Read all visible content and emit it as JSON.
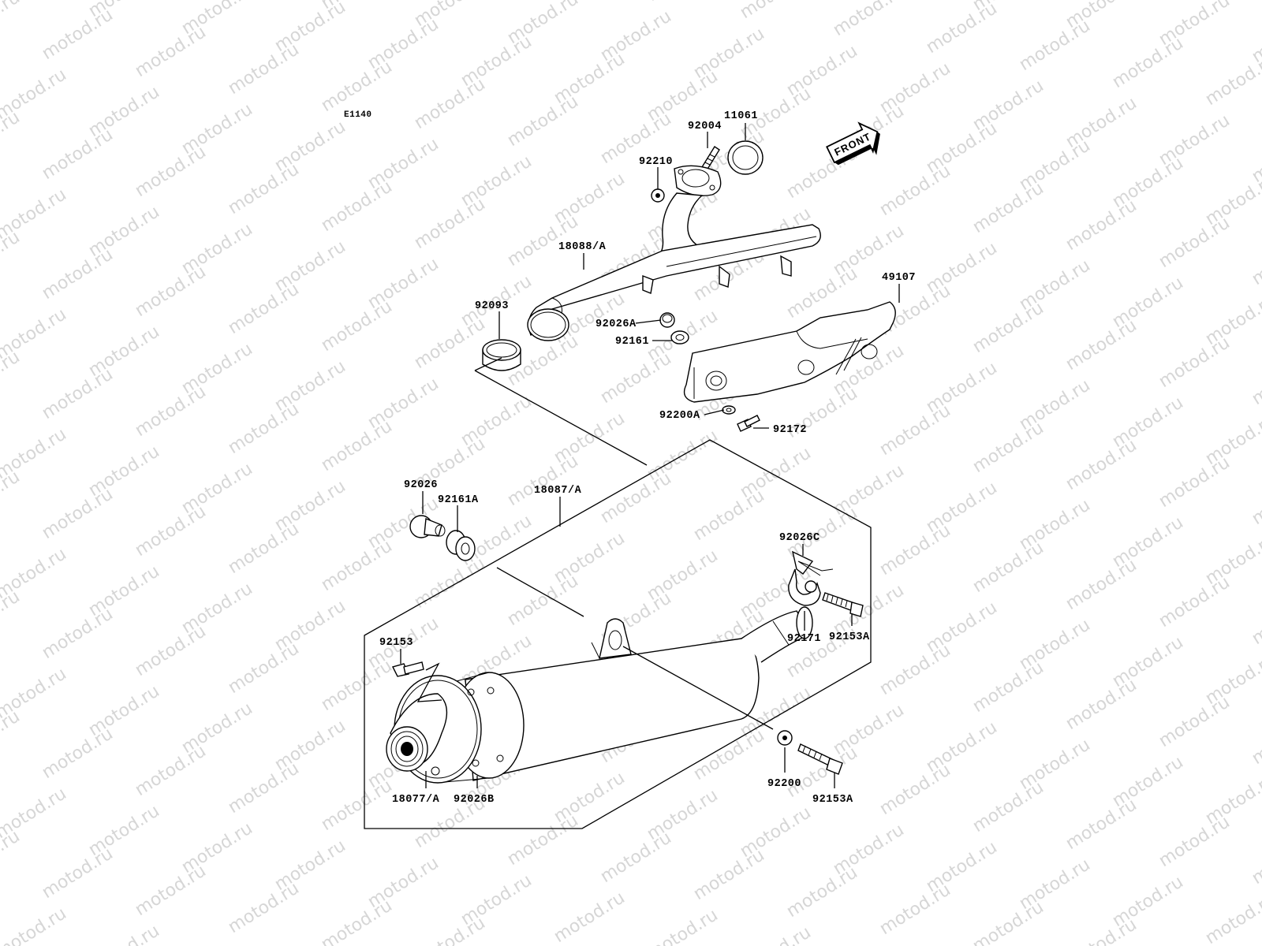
{
  "diagram": {
    "code": "E1140",
    "watermark": "motod.ru",
    "front_label": "FRONT",
    "labels": {
      "p11061": "11061",
      "p92004": "92004",
      "p92210": "92210",
      "p18088": "18088/A",
      "p49107": "49107",
      "p92093": "92093",
      "p92026A": "92026A",
      "p92161": "92161",
      "p92200A": "92200A",
      "p92172": "92172",
      "p92026": "92026",
      "p92161A": "92161A",
      "p18087": "18087/A",
      "p92026C": "92026C",
      "p92153A_1": "92153A",
      "p92171": "92171",
      "p92153": "92153",
      "p92200": "92200",
      "p92153A_2": "92153A",
      "p18077": "18077/A",
      "p92026B": "92026B"
    }
  }
}
